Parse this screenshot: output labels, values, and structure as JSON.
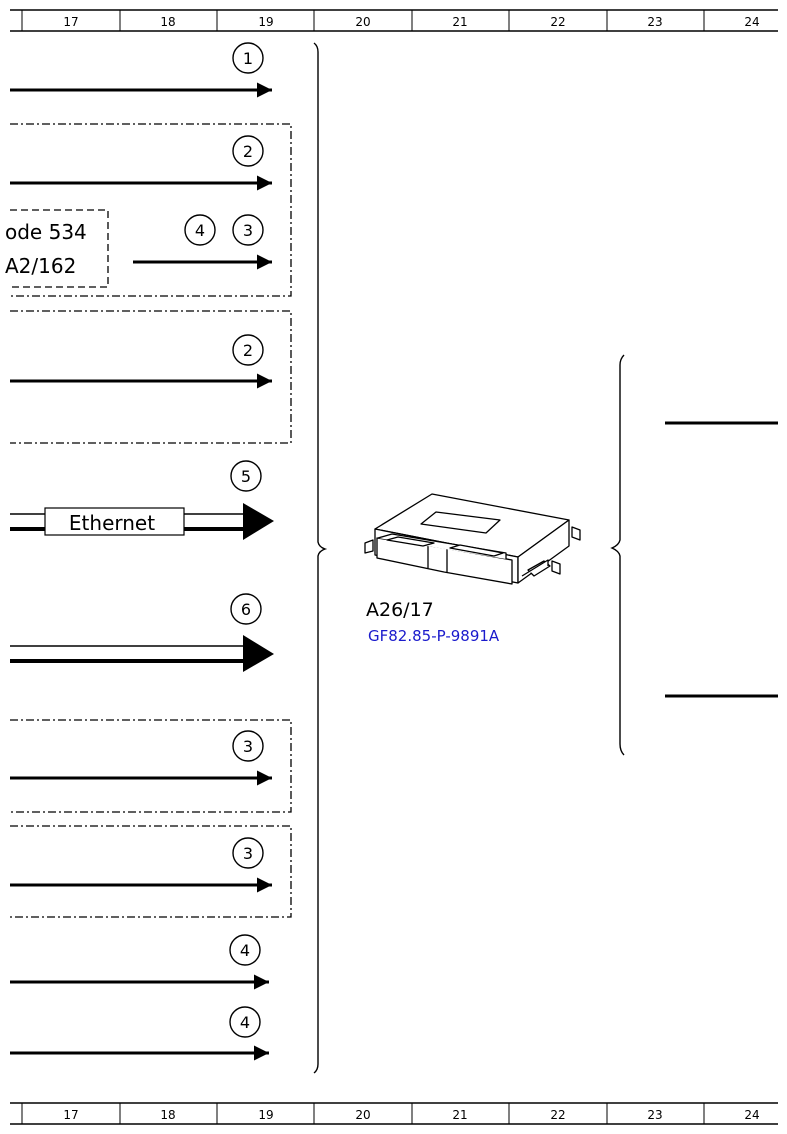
{
  "grid_columns": [
    "17",
    "18",
    "19",
    "20",
    "21",
    "22",
    "23",
    "24"
  ],
  "signals": [
    {
      "label": "1"
    },
    {
      "label": "2"
    },
    {
      "label": "4"
    },
    {
      "label": "3"
    },
    {
      "label": "2"
    },
    {
      "label": "5"
    },
    {
      "label": "6"
    },
    {
      "label": "3"
    },
    {
      "label": "3"
    },
    {
      "label": "4"
    },
    {
      "label": "4"
    }
  ],
  "code_box": {
    "line1": "ode 534",
    "line2": "A2/162"
  },
  "ethernet_label": "Ethernet",
  "component": {
    "designation": "A26/17",
    "reference": "GF82.85-P-9891A",
    "reference_color": "#1a1acc"
  }
}
